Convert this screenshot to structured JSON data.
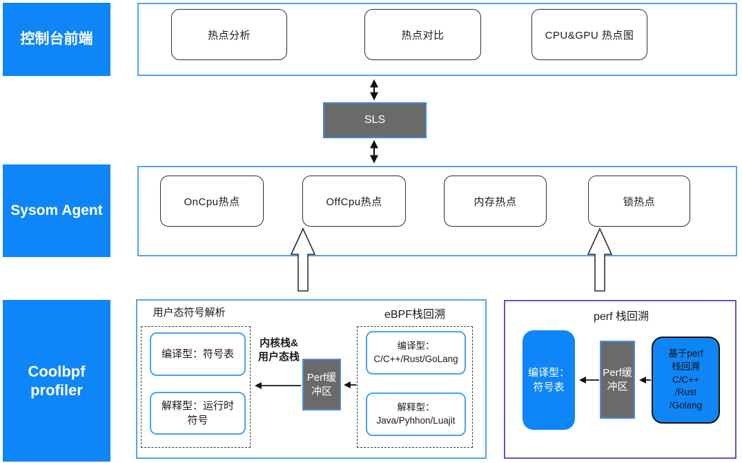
{
  "colors": {
    "accent_blue": "#0e86f7",
    "panel_border_blue": "#55a2ea",
    "panel_border_purple": "#6152c8",
    "gray_fill": "#6a6a6a",
    "gray_border_blue": "#4a90d9",
    "inner_node_border": "#49a0f5",
    "line_black": "#111111"
  },
  "frontend": {
    "label": "控制台前端",
    "boxes": [
      "热点分析",
      "热点对比",
      "CPU&GPU 热点图"
    ]
  },
  "sls": {
    "label": "SLS"
  },
  "agent": {
    "label": "Sysom Agent",
    "boxes": [
      "OnCpu热点",
      "OffCpu热点",
      "内存热点",
      "锁热点"
    ]
  },
  "profiler": {
    "label": "Coolbpf\nprofiler"
  },
  "user_symbol": {
    "title": "用户态符号解析",
    "compiled": "编译型：符号表",
    "interpreted": "解释型：运行时\n符号"
  },
  "ebpf": {
    "title": "eBPF栈回溯",
    "compiled": "编译型：\nC/C++/Rust/GoLang",
    "interpreted": "解释型：\nJava/Pyhhon/Luajit"
  },
  "kernel_stack_note": "内核栈&\n用户态栈",
  "perf_buffer_left": "Perf缓\n冲区",
  "perf_section": {
    "title": "perf 栈回溯",
    "symbol_table": "编译型：\n符号表",
    "perf_buffer": "Perf缓\n冲区",
    "stack_source": "基于perf\n栈回溯\nC/C++\n/Rust\n/Golang"
  }
}
